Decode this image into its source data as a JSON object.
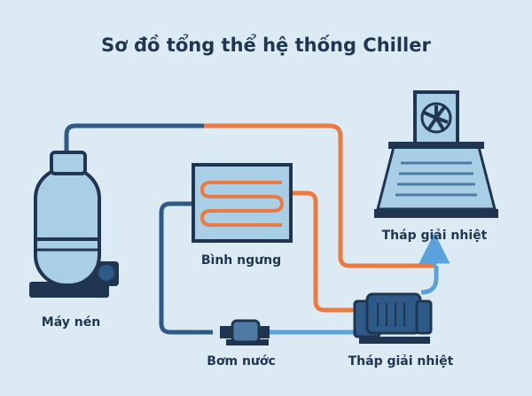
{
  "title": "Sơ đồ tổng thể hệ thống Chiller",
  "labels": {
    "compressor": "Máy nén",
    "condenser": "Bình ngưng",
    "cooling_tower": "Tháp giải nhiệt",
    "pump": "Bơm nước",
    "motor_pump": "Tháp giải nhiệt"
  },
  "colors": {
    "background": "#dcebf3",
    "hot_line": "#ec7a40",
    "cold_line_dark": "#2d5a86",
    "cold_line_light": "#5aa2dc",
    "equipment_light": "#a9cfe6",
    "equipment_dark": "#1f3550"
  }
}
